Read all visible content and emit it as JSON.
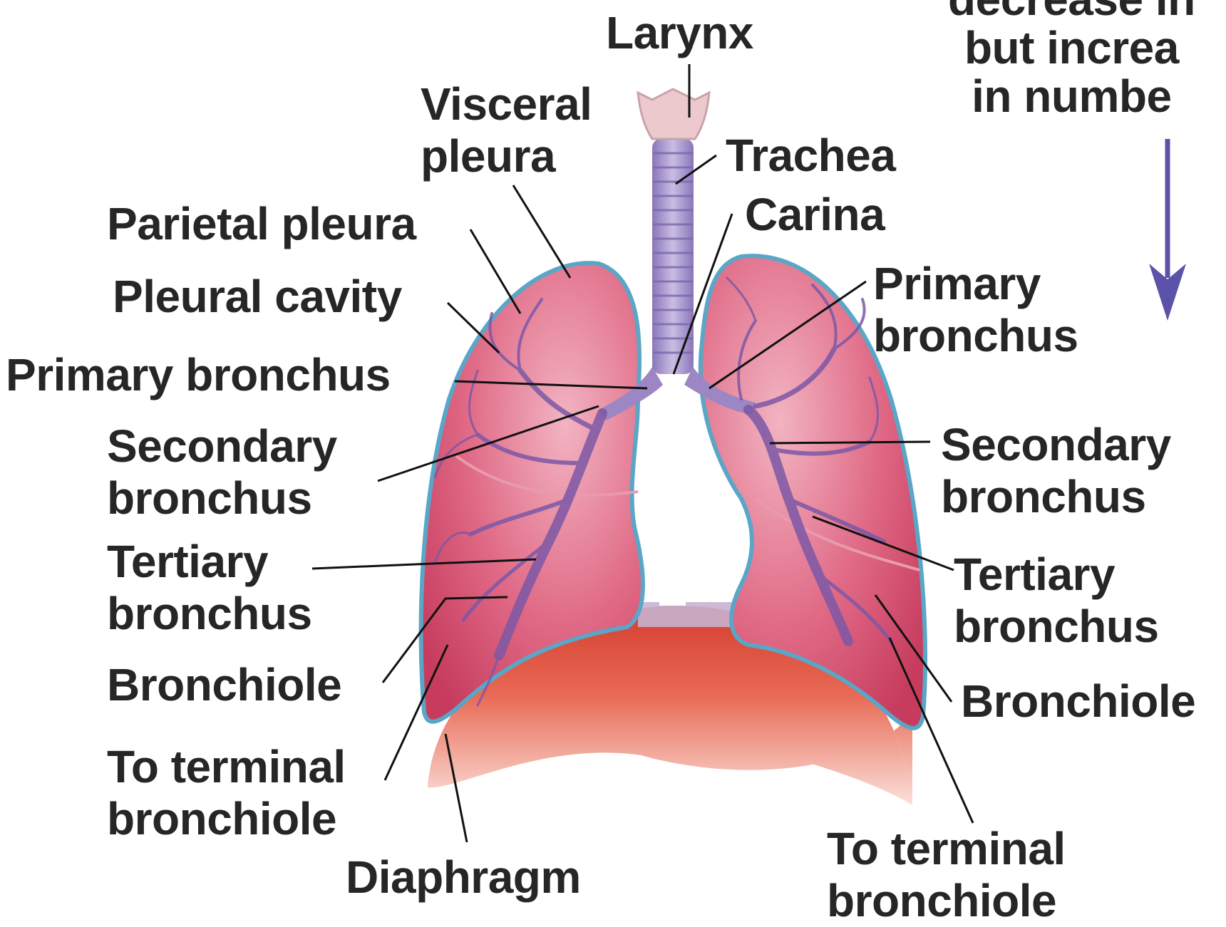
{
  "labels": {
    "larynx": "Larynx",
    "visceral_pleura": "Visceral\npleura",
    "trachea": "Trachea",
    "carina": "Carina",
    "parietal_pleura": "Parietal pleura",
    "pleural_cavity": "Pleural cavity",
    "primary_bronchus_left": "Primary bronchus",
    "primary_bronchus_right": "Primary\nbronchus",
    "secondary_bronchus_left": "Secondary\nbronchus",
    "secondary_bronchus_right": "Secondary\nbronchus",
    "tertiary_bronchus_left": "Tertiary\nbronchus",
    "tertiary_bronchus_right": "Tertiary\nbronchus",
    "bronchiole_left": "Bronchiole",
    "bronchiole_right": "Bronchiole",
    "terminal_left": "To terminal\nbronchiole",
    "terminal_right": "To terminal\nbronchiole",
    "diaphragm": "Diaphragm",
    "note": "decrease in\nbut increa\nin numbe"
  },
  "colors": {
    "lung": "#d4506f",
    "lung_light": "#ecaab9",
    "airway": "#a08ac8",
    "airway_dark": "#6c4f9c",
    "diaphragm": "#d8473a",
    "larynx": "#e9c4c9",
    "pleura_edge": "#5aa6c6",
    "arrow": "#5b53a8"
  }
}
